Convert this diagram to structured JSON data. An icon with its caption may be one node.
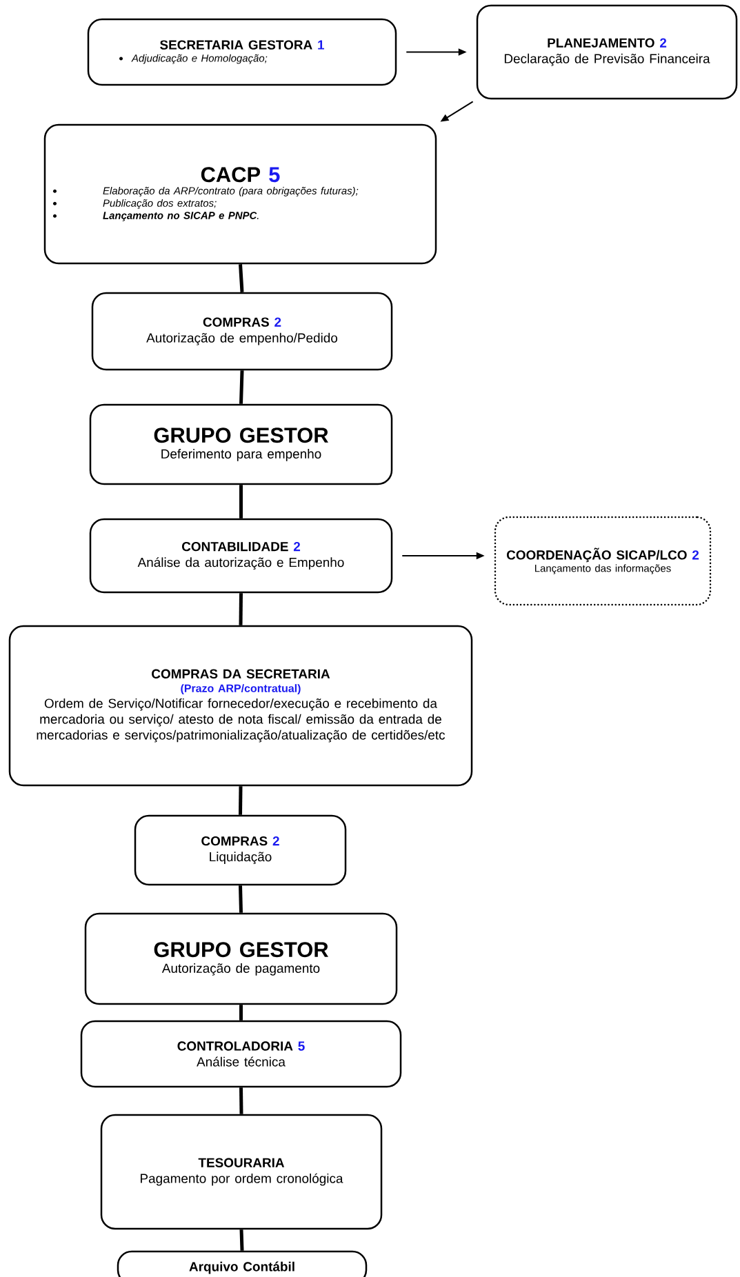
{
  "diagram": {
    "nodes": [
      {
        "text": [
          "SECRETARIA GESTORA",
          "1",
          "Adjudicação e Homologação;"
        ]
      },
      {
        "text": [
          "PLANEJAMENTO",
          "2",
          "Declaração de Previsão Financeira"
        ]
      },
      {
        "text": [
          "CACP",
          "5",
          "Elaboração da ARP/contrato (para obrigações futuras);",
          "Publicação dos extratos;",
          "**Lançamento no SICAP e PNPC**."
        ]
      },
      {
        "text": [
          "COMPRAS",
          "2",
          "Autorização de empenho/Pedido"
        ]
      },
      {
        "text": [
          "GRUPO GESTOR",
          "Deferimento para empenho"
        ]
      },
      {
        "text": [
          "CONTABILIDADE",
          "2",
          "Análise da autorização e Empenho"
        ]
      },
      {
        "text": [
          "COORDENAÇÃO SICAP/LCO",
          "2",
          "Lançamento das informações"
        ]
      },
      {
        "text": [
          "COMPRAS DA SECRETARIA",
          "(Prazo ARP/contratual)",
          "Ordem de Serviço/Notificar fornecedor/execução e recebimento da mercadoria ou serviço/ atesto de nota fiscal/ emissão da entrada de mercadorias e serviços/patrimonialização/atualização de certidões/etc"
        ]
      },
      {
        "text": [
          "COMPRAS",
          "2",
          "Liquidação"
        ]
      },
      {
        "text": [
          "GRUPO GESTOR",
          "Autorização de pagamento"
        ]
      },
      {
        "text": [
          "CONTROLADORIA",
          "5",
          "Análise técnica"
        ]
      },
      {
        "text": [
          "TESOURARIA",
          "Pagamento por ordem cronológica"
        ]
      },
      {
        "text": [
          "Arquivo Contábil"
        ]
      }
    ],
    "edges": [
      {
        "from": 0,
        "to": 1,
        "arrow": "to"
      },
      {
        "from": 1,
        "to": 2,
        "arrow": "to"
      },
      {
        "from": 2,
        "to": 3,
        "arrow": "none"
      },
      {
        "from": 3,
        "to": 4,
        "arrow": "none"
      },
      {
        "from": 4,
        "to": 5,
        "arrow": "none"
      },
      {
        "from": 5,
        "to": 6,
        "arrow": "to"
      },
      {
        "from": 5,
        "to": 7,
        "arrow": "none"
      },
      {
        "from": 7,
        "to": 8,
        "arrow": "none"
      },
      {
        "from": 8,
        "to": 9,
        "arrow": "none"
      },
      {
        "from": 9,
        "to": 10,
        "arrow": "none"
      },
      {
        "from": 10,
        "to": 11,
        "arrow": "none"
      },
      {
        "from": 11,
        "to": 12,
        "arrow": "none"
      }
    ]
  }
}
